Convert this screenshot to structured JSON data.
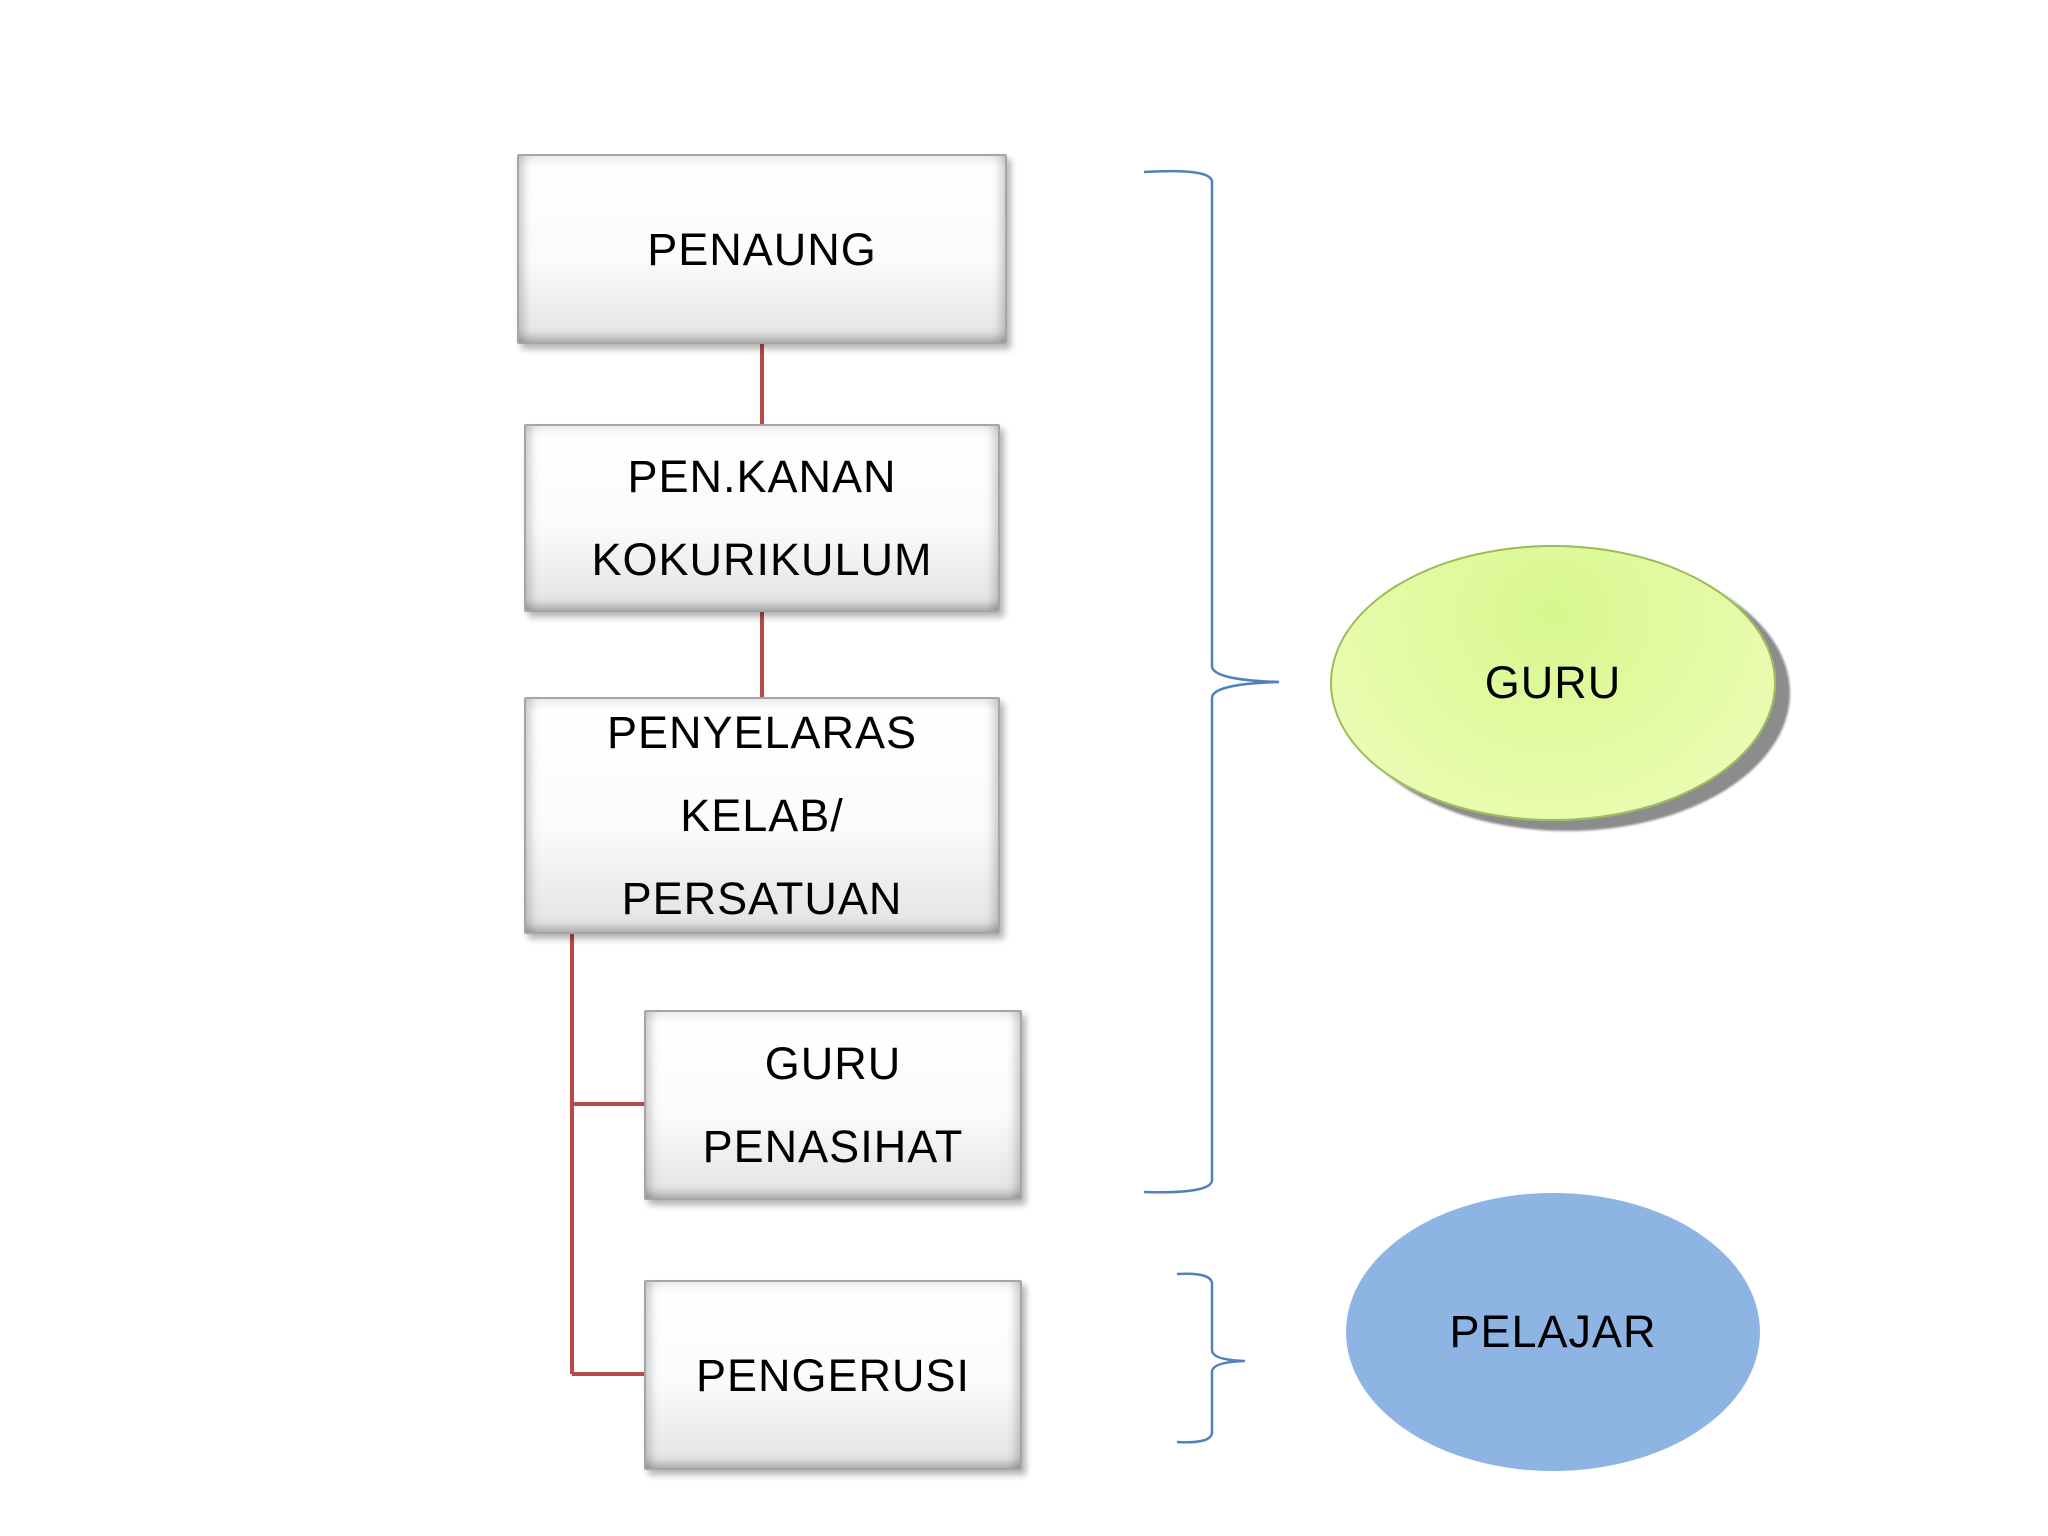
{
  "diagram": {
    "boxes": {
      "penaung": {
        "lines": [
          "PENAUNG"
        ]
      },
      "pen_kanan": {
        "lines": [
          "PEN.KANAN",
          "KOKURIKULUM"
        ]
      },
      "penyelaras": {
        "lines": [
          "PENYELARAS",
          "KELAB/",
          "PERSATUAN"
        ]
      },
      "guru_penasihat": {
        "lines": [
          "GURU",
          "PENASIHAT"
        ]
      },
      "pengerusi": {
        "lines": [
          "PENGERUSI"
        ]
      }
    },
    "groups": {
      "guru": {
        "label": "GURU"
      },
      "pelajar": {
        "label": "PELAJAR"
      }
    },
    "colors": {
      "connector": "#b84a4a",
      "bracket": "#4f81bd",
      "guru_fill": "#e5fba6",
      "guru_border": "#9bbb59",
      "pelajar_fill": "#8eb4e3"
    }
  }
}
